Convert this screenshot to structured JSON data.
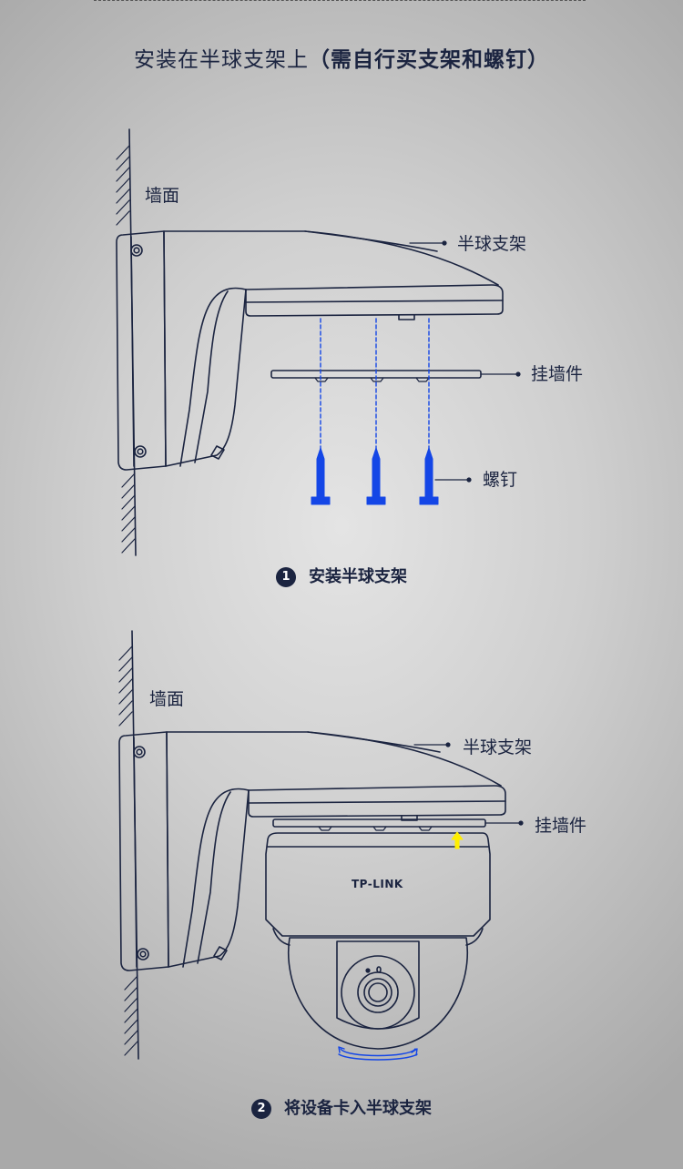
{
  "title": {
    "main": "安装在半球支架上",
    "note": "（需自行买支架和螺钉）"
  },
  "fig1": {
    "labels": {
      "wall": "墙面",
      "bracket": "半球支架",
      "mount": "挂墙件",
      "screw": "螺钉"
    },
    "step": {
      "number": "1",
      "text": "安装半球支架"
    }
  },
  "fig2": {
    "labels": {
      "wall": "墙面",
      "bracket": "半球支架",
      "mount": "挂墙件"
    },
    "brand": "TP-LINK",
    "step": {
      "number": "2",
      "text": "将设备卡入半球支架"
    }
  },
  "colors": {
    "line": "#1b2440",
    "screw": "#1446e6",
    "arrow": "#ffee00"
  }
}
